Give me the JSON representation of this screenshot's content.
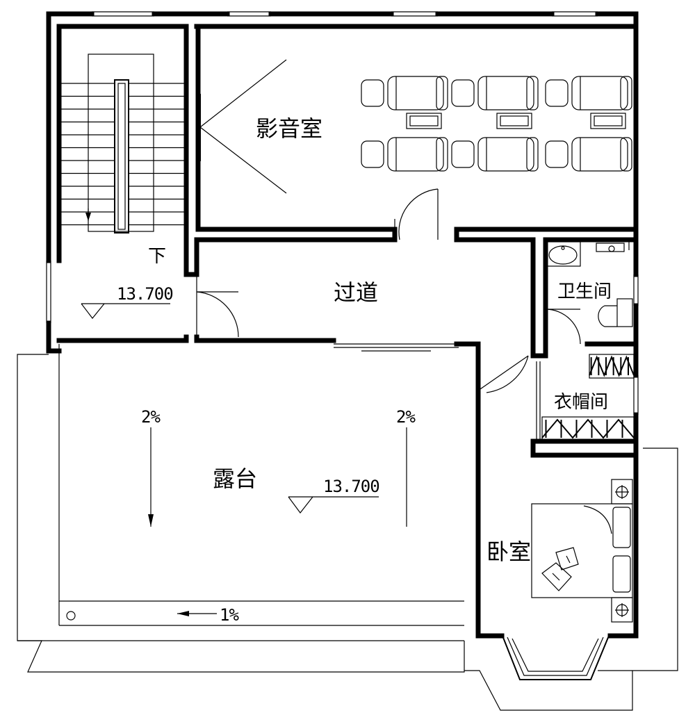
{
  "rooms": {
    "theater": "影音室",
    "corridor": "过道",
    "bathroom": "卫生间",
    "closet": "衣帽间",
    "bedroom": "卧室",
    "terrace": "露台"
  },
  "annotations": {
    "stair_down": "下",
    "stair_elevation": "13.700",
    "terrace_elevation": "13.700",
    "slope_left": "2%",
    "slope_right": "2%",
    "slope_gutter": "1%"
  }
}
